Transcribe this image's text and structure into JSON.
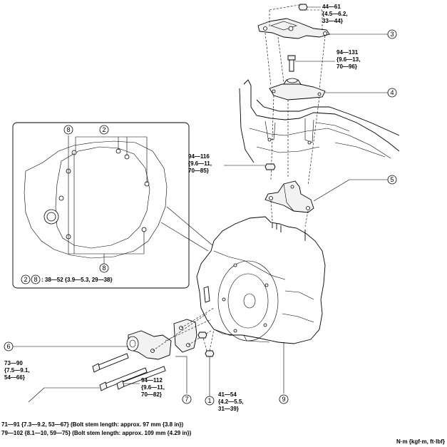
{
  "callouts": [
    {
      "id": "c1",
      "label": "1"
    },
    {
      "id": "c2",
      "label": "2"
    },
    {
      "id": "c3",
      "label": "3"
    },
    {
      "id": "c4",
      "label": "4"
    },
    {
      "id": "c5",
      "label": "5"
    },
    {
      "id": "c6",
      "label": "6"
    },
    {
      "id": "c7",
      "label": "7"
    },
    {
      "id": "c8a",
      "label": "8"
    },
    {
      "id": "c8b",
      "label": "8"
    },
    {
      "id": "c9",
      "label": "9"
    }
  ],
  "torque_specs": {
    "t44": [
      "44—61",
      "{4.5—6.2,",
      "33—44}"
    ],
    "t94a": [
      "94—131",
      "{9.6—13,",
      "70—96}"
    ],
    "t94b": [
      "94—116",
      "{9.6—11,",
      "70—85}"
    ],
    "t73": [
      "73—90",
      "{7.5—9.1,",
      "54—66}"
    ],
    "t94c": [
      "94—112",
      "{9.6—11,",
      "70—82}"
    ],
    "t41": [
      "41—54",
      "{4.2—5.5,",
      "31—39}"
    ],
    "inset": ": 38—52 {3.9—5.3, 29—38}",
    "bolt1": "71—91 {7.3—9.2, 53—67} (Bolt stem length: approx. 97 mm {3.8 in})",
    "bolt2": "79—102 {8.1—10, 59—75} (Bolt stem length: approx. 109 mm {4.29 in})"
  },
  "inset_legend": {
    "a": "2",
    "b": "8"
  },
  "units": "N·m {kgf·m, ft·lbf}"
}
